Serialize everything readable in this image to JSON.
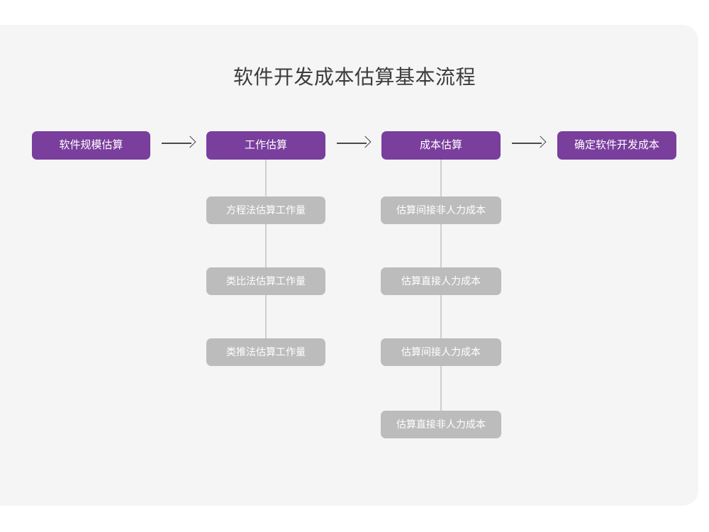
{
  "title": "软件开发成本估算基本流程",
  "colors": {
    "page_background": "#ffffff",
    "card_background": "#f5f5f5",
    "primary_node": "#7a3e9d",
    "secondary_node": "#bcbcbc",
    "connector": "#cfcfcf",
    "arrow": "#4a4a4a",
    "title_text": "#3c3c3c",
    "node_text": "#ffffff"
  },
  "flow": {
    "arrow_glyph": "long-right-arrow",
    "steps": [
      {
        "id": "software-scale-estimation",
        "label": "软件规模估算",
        "substeps": []
      },
      {
        "id": "work-estimation",
        "label": "工作估算",
        "substeps": [
          {
            "id": "equation-method-workload",
            "label": "方程法估算工作量"
          },
          {
            "id": "analogy-method-workload",
            "label": "类比法估算工作量"
          },
          {
            "id": "analogical-method-workload",
            "label": "类推法估算工作量"
          }
        ]
      },
      {
        "id": "cost-estimation",
        "label": "成本估算",
        "substeps": [
          {
            "id": "indirect-non-labor-cost",
            "label": "估算间接非人力成本"
          },
          {
            "id": "direct-labor-cost",
            "label": "估算直接人力成本"
          },
          {
            "id": "indirect-labor-cost",
            "label": "估算间接人力成本"
          },
          {
            "id": "direct-non-labor-cost",
            "label": "估算直接非人力成本"
          }
        ]
      },
      {
        "id": "determine-software-development-cost",
        "label": "确定软件开发成本",
        "substeps": []
      }
    ]
  }
}
